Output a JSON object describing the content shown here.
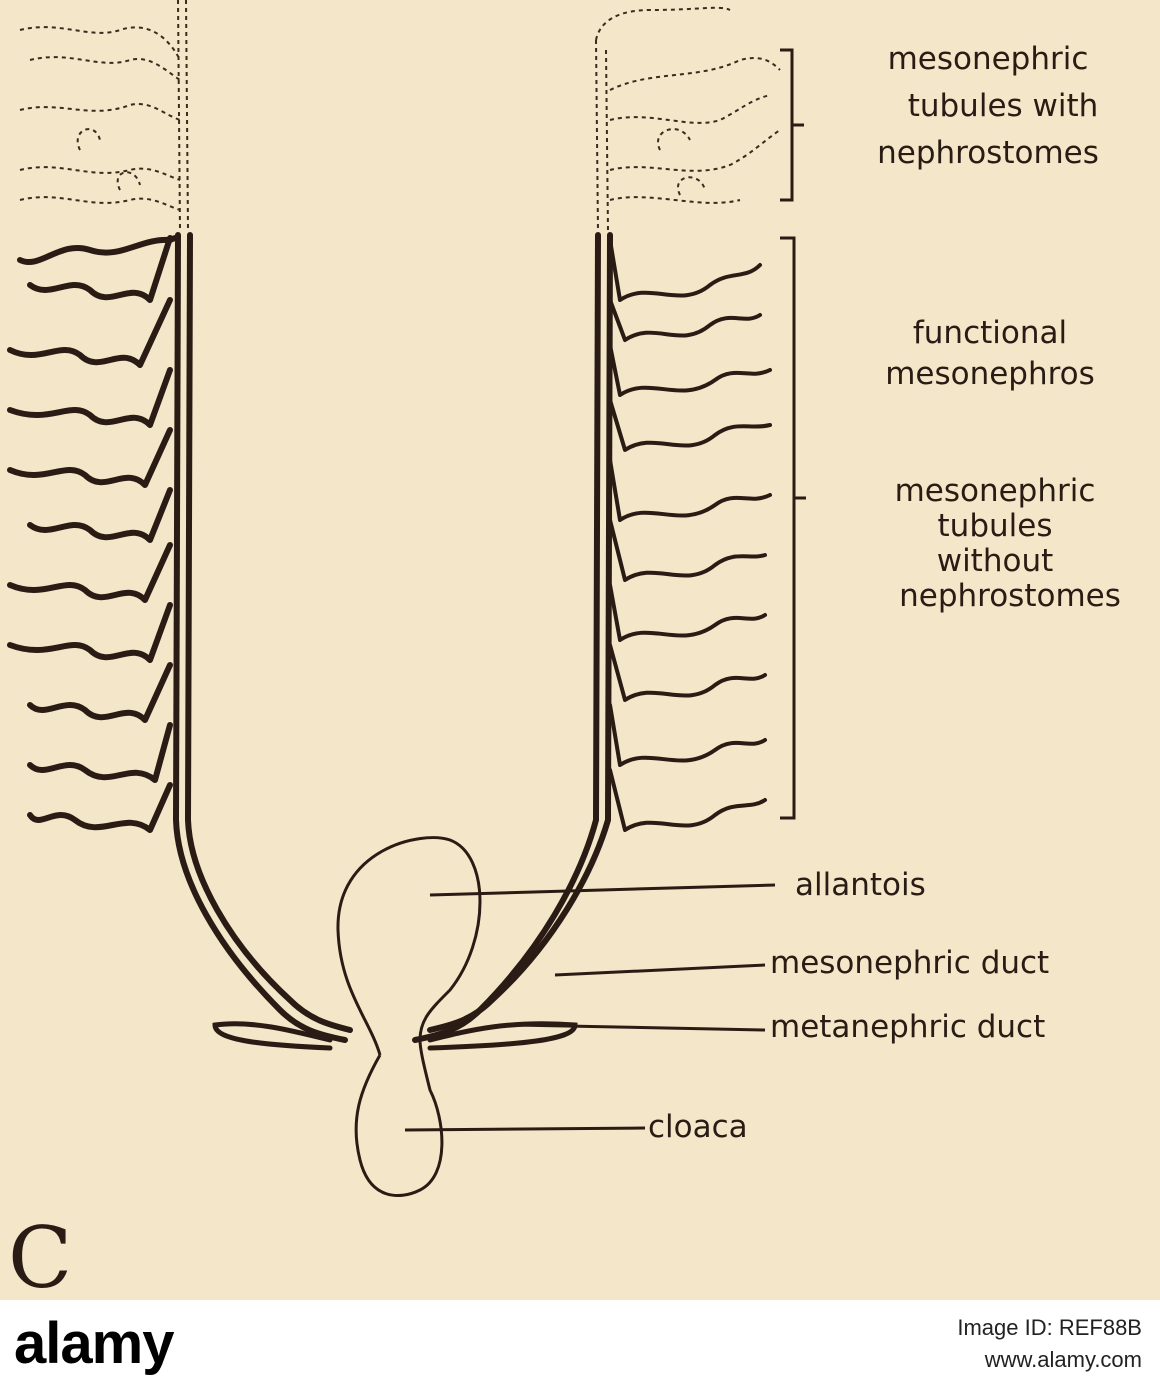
{
  "labels": {
    "mesonephric_tubules_with": [
      "mesonephric",
      "tubules with",
      "nephrostomes"
    ],
    "functional_mesonephros": [
      "functional",
      "mesonephros"
    ],
    "mesonephric_tubules_without": [
      "mesonephric",
      "tubules",
      "without",
      "nephrostomes"
    ],
    "allantois": "allantois",
    "mesonephric_duct": "mesonephric duct",
    "metanephric_duct": "metanephric duct",
    "cloaca": "cloaca"
  },
  "figure_letter": "C",
  "watermark": {
    "logo": "alamy",
    "image_id": "Image ID: REF88B",
    "url": "www.alamy.com"
  }
}
